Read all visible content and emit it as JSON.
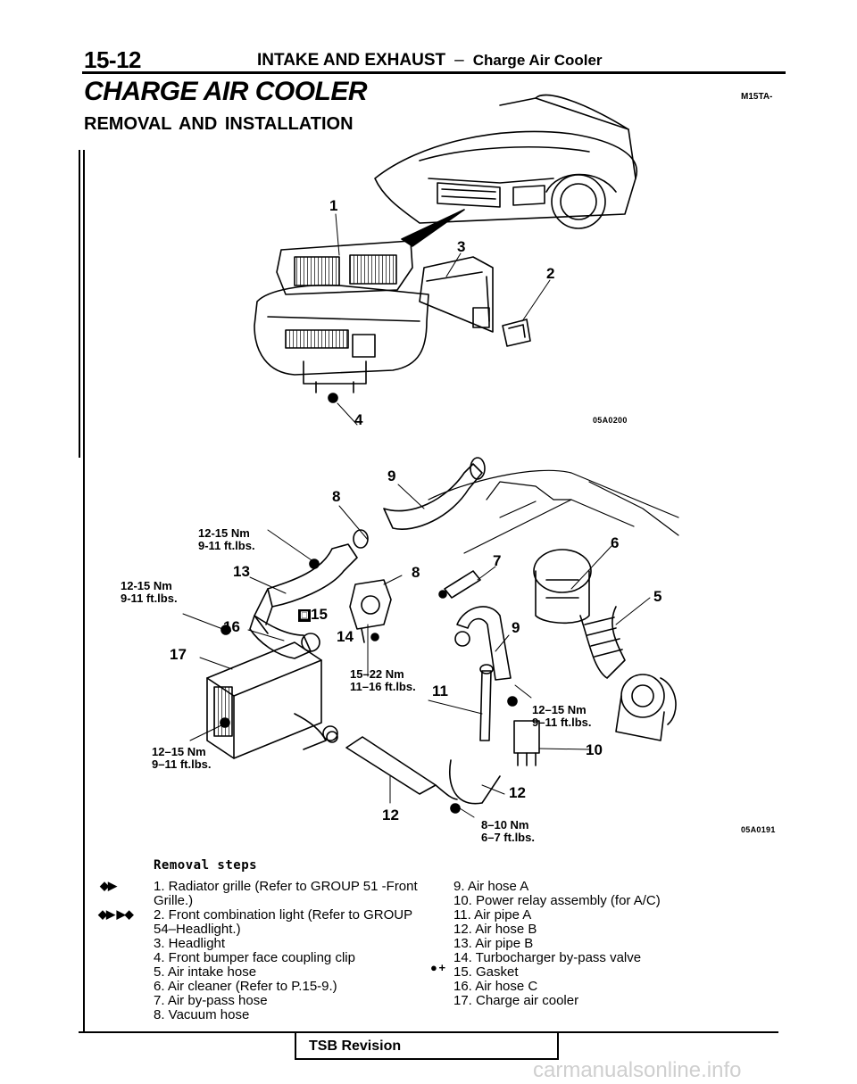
{
  "header": {
    "page_number": "15-12",
    "section": "INTAKE AND EXHAUST",
    "dash": "–",
    "subsection": "Charge Air Cooler"
  },
  "title": "CHARGE AIR COOLER",
  "doc_code": "M15TA-",
  "subtitle": "REMOVAL AND INSTALLATION",
  "figure_top": {
    "code": "05A0200",
    "callouts": [
      "1",
      "2",
      "3",
      "4"
    ]
  },
  "figure_bottom": {
    "code": "05A0191",
    "callouts": [
      "5",
      "6",
      "7",
      "8",
      "8",
      "9",
      "9",
      "10",
      "11",
      "12",
      "12",
      "13",
      "14",
      "16",
      "17"
    ],
    "badge_15": "15",
    "torques": [
      {
        "nm": "12-15 Nm",
        "ftlbs": "9-11 ft.lbs."
      },
      {
        "nm": "12-15 Nm",
        "ftlbs": "9-11 ft.lbs."
      },
      {
        "nm": "15–22 Nm",
        "ftlbs": "11–16 ft.lbs."
      },
      {
        "nm": "12–15 Nm",
        "ftlbs": "9–11 ft.lbs."
      },
      {
        "nm": "12–15 Nm",
        "ftlbs": "9–11 ft.lbs."
      },
      {
        "nm": "8–10 Nm",
        "ftlbs": "6–7 ft.lbs."
      }
    ]
  },
  "removal": {
    "heading": "Removal steps",
    "marks": [
      "◆▶",
      "◆▶ ▶◆",
      "●  +"
    ],
    "left_steps": [
      "1. Radiator grille (Refer to GROUP 51 -Front Grille.)",
      "2. Front combination light (Refer to GROUP 54–Headlight.)",
      "3. Headlight",
      "4. Front bumper face coupling clip",
      "5. Air intake hose",
      "6. Air cleaner (Refer to P.15-9.)",
      "7. Air by-pass hose",
      "8. Vacuum hose"
    ],
    "right_steps": [
      "9. Air hose A",
      "10. Power relay assembly (for A/C)",
      "11. Air pipe A",
      "12. Air hose B",
      "13. Air pipe B",
      "14. Turbocharger by-pass valve",
      "15. Gasket",
      "16. Air hose C",
      "17. Charge air cooler"
    ]
  },
  "footer": {
    "tsb": "TSB Revision",
    "watermark": "carmanualsonline.info"
  }
}
